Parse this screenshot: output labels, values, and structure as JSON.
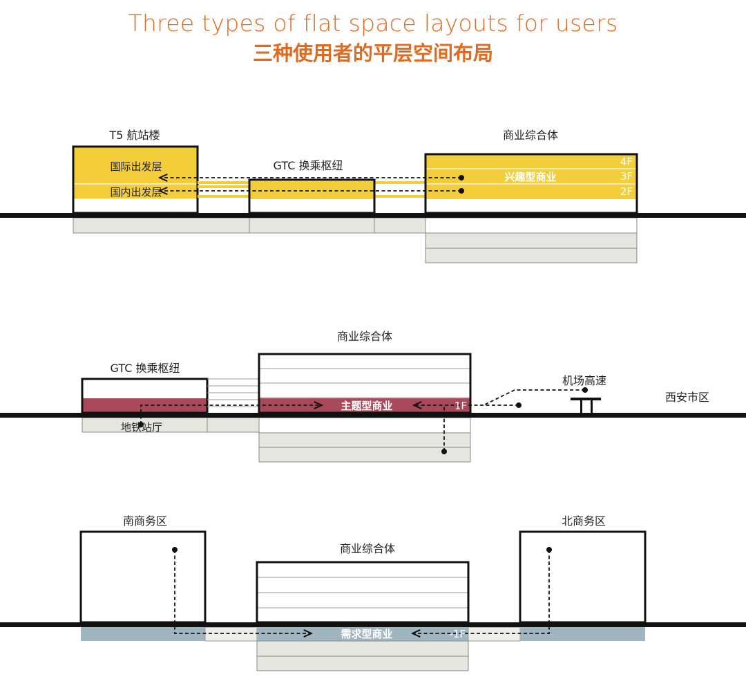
{
  "title": {
    "en": "Three types of flat space layouts for users",
    "cn": "三种使用者的平层空间布局"
  },
  "colors": {
    "accent_orange": "#e06a1f",
    "yellow": "#f3cd3a",
    "red": "#a7495a",
    "blue_gray": "#9fb5bf",
    "gray_fill": "#e6e6e1",
    "line": "#111111"
  },
  "diagram1": {
    "t5_label": "T5 航站楼",
    "intl_departure": "国际出发层",
    "dom_departure": "国内出发层",
    "gtc_label": "GTC 换乘枢纽",
    "complex_label": "商业综合体",
    "interest_commerce": "兴趣型商业",
    "floors": [
      "4F",
      "3F",
      "2F"
    ]
  },
  "diagram2": {
    "gtc_label": "GTC 换乘枢纽",
    "complex_label": "商业综合体",
    "theme_commerce": "主题型商业",
    "floor": "1F",
    "metro_hall": "地铁站厅",
    "airport_expressway": "机场高速",
    "xian_city": "西安市区"
  },
  "diagram3": {
    "south_cbd": "南商务区",
    "north_cbd": "北商务区",
    "complex_label": "商业综合体",
    "demand_commerce": "需求型商业",
    "floor": "-1F"
  }
}
